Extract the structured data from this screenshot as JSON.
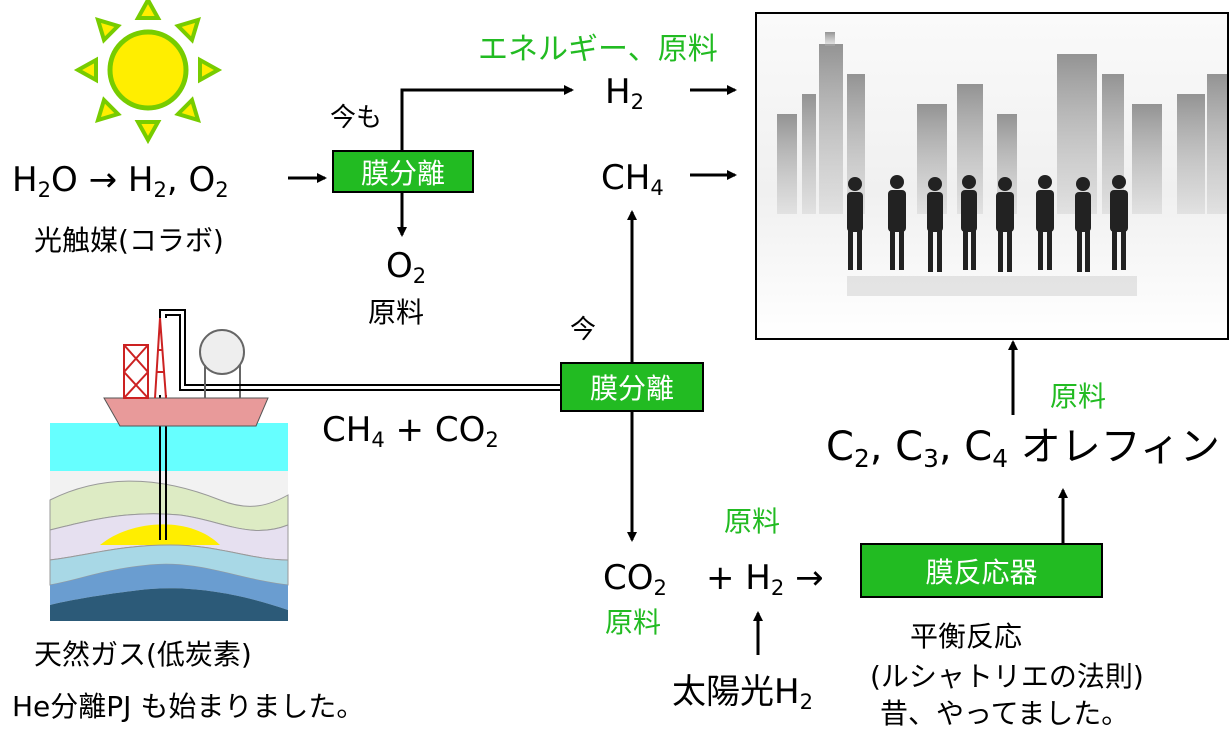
{
  "labels": {
    "energy_material": "エネルギー、原料",
    "h2_top": "H2",
    "ch4_top": "CH4",
    "imamo": "今も",
    "membrane_sep_top": "膜分離",
    "photo_reaction": "H2O → H2, O2",
    "photocatalyst": "光触媒(コラボ)",
    "o2": "O2",
    "o2_material": "原料",
    "ima": "今",
    "membrane_sep_mid": "膜分離",
    "ch4_co2": "CH4 + CO2",
    "natural_gas": "天然ガス(低炭素)",
    "he_project": "He分離PJ も始まりました。",
    "co2": "CO2",
    "co2_material": "原料",
    "h2_material": "原料",
    "plus_h2": "+ H2 →",
    "membrane_reactor": "膜反応器",
    "solar_h2": "太陽光H2",
    "equilibrium": "平衡反応",
    "le_chatelier": "(ルシャトリエの法則)",
    "did_before": "昔、やってました。",
    "olefins_material": "原料",
    "olefins": "C2, C3, C4 オレフィン"
  },
  "colors": {
    "green": "#22bb22",
    "sun": "#ffee00",
    "sun_ray": "#88dd00"
  }
}
